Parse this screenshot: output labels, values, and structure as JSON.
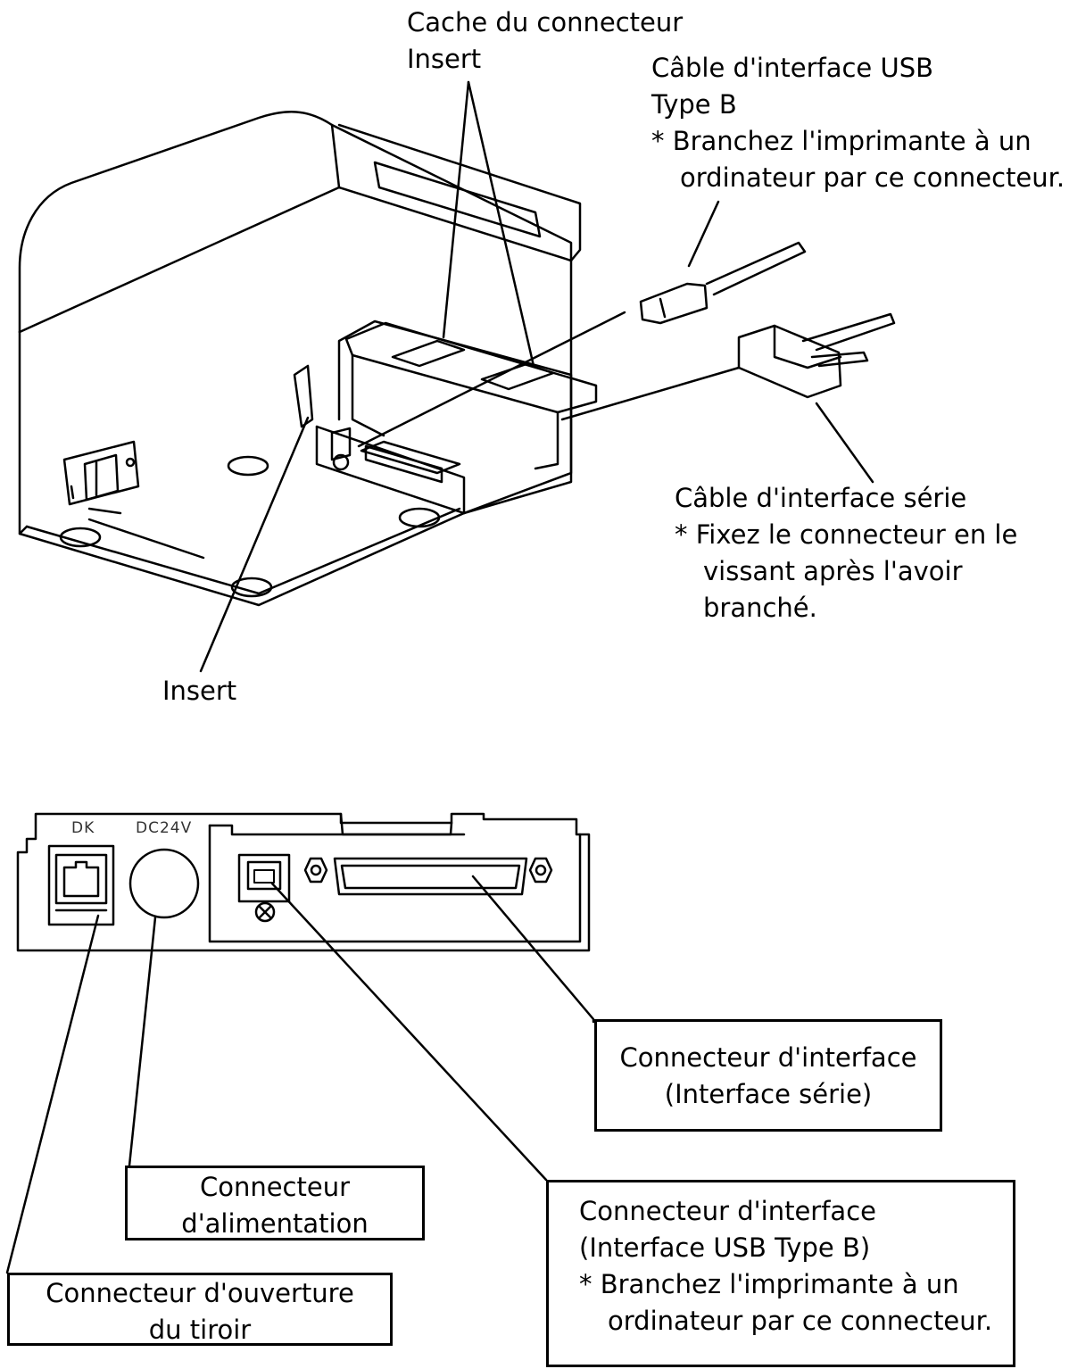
{
  "top_diagram": {
    "cover_label": {
      "line1": "Cache du connecteur",
      "line2": "Insert"
    },
    "usb_label": {
      "line1": "Câble d'interface USB",
      "line2": "Type B",
      "line3": "*  Branchez l'imprimante à un",
      "line4": "ordinateur par ce connecteur."
    },
    "serial_label": {
      "line1": "Câble d'interface série",
      "line2": "*  Fixez le connecteur en le",
      "line3": "vissant après l'avoir",
      "line4": "branché."
    },
    "insert_label": "Insert"
  },
  "bottom_diagram": {
    "panel_marks": {
      "dk": "DK",
      "dc": "DC24V"
    },
    "box_serial": {
      "line1": "Connecteur d'interface",
      "line2": "(Interface série)"
    },
    "box_power": {
      "line1": "Connecteur",
      "line2": "d'alimentation"
    },
    "box_usb": {
      "line1": "Connecteur d'interface",
      "line2": "(Interface USB Type B)",
      "line3": "*  Branchez l'imprimante à un",
      "line4": "ordinateur par ce connecteur."
    },
    "box_drawer": {
      "line1": "Connecteur d'ouverture",
      "line2": "du tiroir"
    }
  }
}
